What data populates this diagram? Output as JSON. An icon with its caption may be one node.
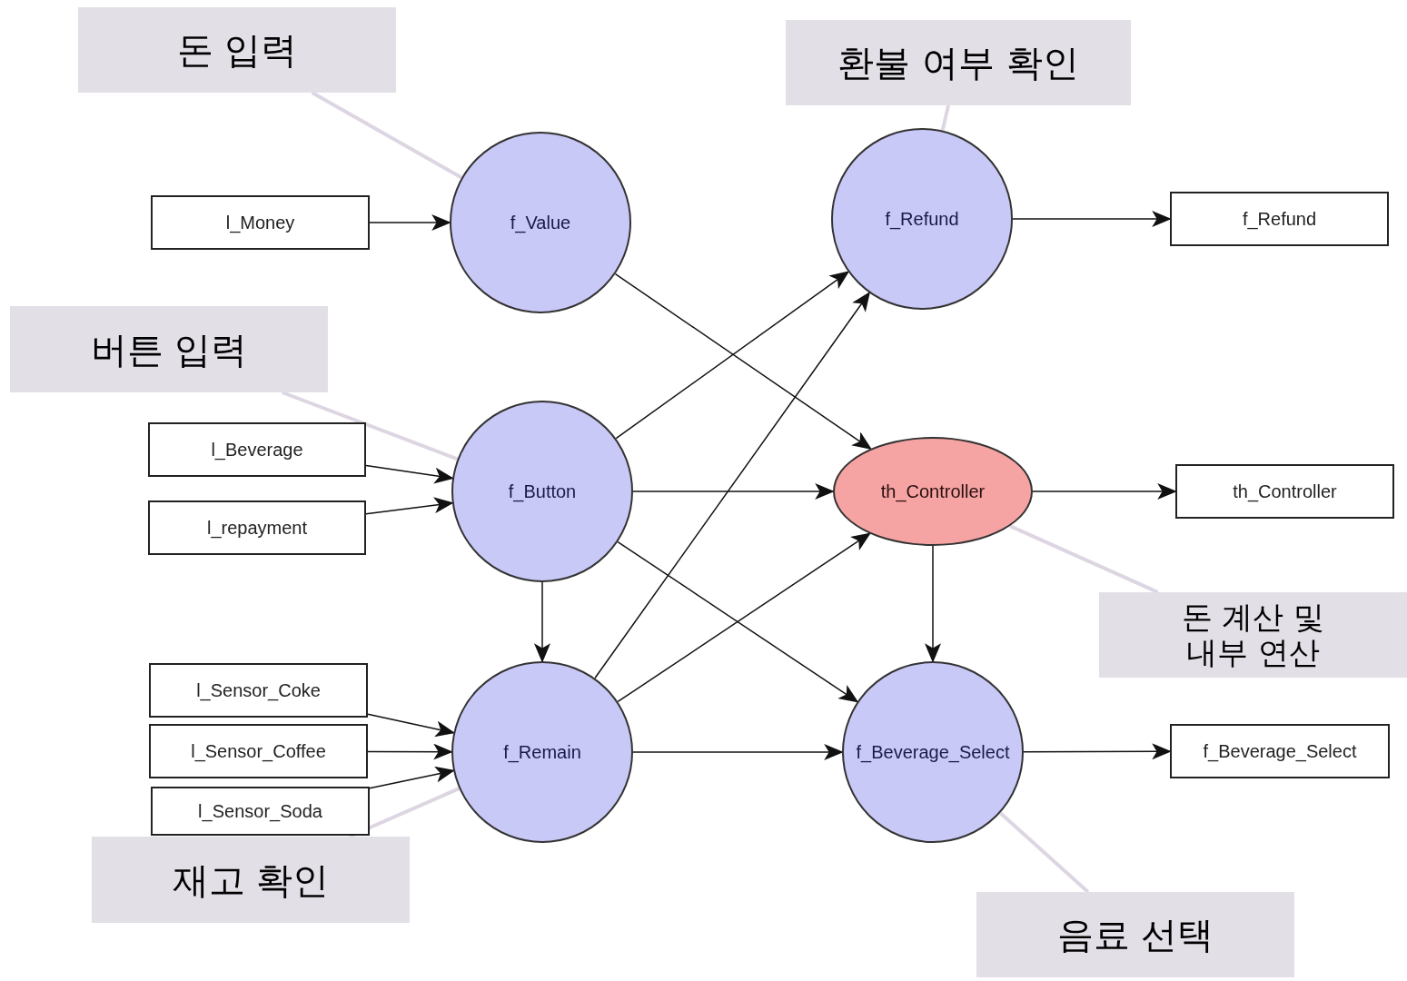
{
  "diagram": {
    "nodes": [
      {
        "text": [
          "돈 입력"
        ]
      },
      {
        "text": [
          "환불 여부 확인"
        ]
      },
      {
        "text": [
          "l_Money"
        ]
      },
      {
        "text": [
          "f_Value"
        ]
      },
      {
        "text": [
          "f_Refund"
        ]
      },
      {
        "text": [
          "f_Refund"
        ]
      },
      {
        "text": [
          "버튼 입력"
        ]
      },
      {
        "text": [
          "l_Beverage"
        ]
      },
      {
        "text": [
          "l_repayment"
        ]
      },
      {
        "text": [
          "f_Button"
        ]
      },
      {
        "text": [
          "th_Controller"
        ]
      },
      {
        "text": [
          "th_Controller"
        ]
      },
      {
        "text": [
          "돈 계산 및 내부 연산"
        ]
      },
      {
        "text": [
          "l_Sensor_Coke"
        ]
      },
      {
        "text": [
          "l_Sensor_Coffee"
        ]
      },
      {
        "text": [
          "f_Remain"
        ]
      },
      {
        "text": [
          "f_Beverage_Select"
        ]
      },
      {
        "text": [
          "f_Beverage_Select"
        ]
      },
      {
        "text": [
          "l_Sensor_Soda"
        ]
      },
      {
        "text": [
          "재고 확인"
        ]
      },
      {
        "text": [
          "음료 선택"
        ]
      }
    ],
    "edges": [
      {
        "from": 2,
        "to": 3,
        "arrow": "to"
      },
      {
        "from": 4,
        "to": 5,
        "arrow": "to"
      },
      {
        "from": 7,
        "to": 9,
        "arrow": "to"
      },
      {
        "from": 8,
        "to": 9,
        "arrow": "to"
      },
      {
        "from": 3,
        "to": 10,
        "arrow": "to"
      },
      {
        "from": 9,
        "to": 4,
        "arrow": "to"
      },
      {
        "from": 9,
        "to": 10,
        "arrow": "to"
      },
      {
        "from": 9,
        "to": 15,
        "arrow": "to"
      },
      {
        "from": 9,
        "to": 16,
        "arrow": "to"
      },
      {
        "from": 15,
        "to": 4,
        "arrow": "to"
      },
      {
        "from": 15,
        "to": 10,
        "arrow": "to"
      },
      {
        "from": 10,
        "to": 11,
        "arrow": "to"
      },
      {
        "from": 10,
        "to": 16,
        "arrow": "to"
      },
      {
        "from": 13,
        "to": 15,
        "arrow": "to"
      },
      {
        "from": 14,
        "to": 15,
        "arrow": "to"
      },
      {
        "from": 18,
        "to": 15,
        "arrow": "to"
      },
      {
        "from": 15,
        "to": 16,
        "arrow": "to"
      },
      {
        "from": 16,
        "to": 17,
        "arrow": "to"
      },
      {
        "from": 0,
        "to": 3,
        "arrow": "none",
        "style": "thick",
        "color": "#ddd6e2"
      },
      {
        "from": 1,
        "to": 4,
        "arrow": "none",
        "style": "thick",
        "color": "#ddd6e2"
      },
      {
        "from": 6,
        "to": 9,
        "arrow": "none",
        "style": "thick",
        "color": "#ddd6e2"
      },
      {
        "from": 12,
        "to": 10,
        "arrow": "none",
        "style": "thick",
        "color": "#ddd6e2"
      },
      {
        "from": 19,
        "to": 15,
        "arrow": "none",
        "style": "thick",
        "color": "#ddd6e2"
      },
      {
        "from": 20,
        "to": 16,
        "arrow": "none",
        "style": "thick",
        "color": "#ddd6e2"
      }
    ]
  }
}
